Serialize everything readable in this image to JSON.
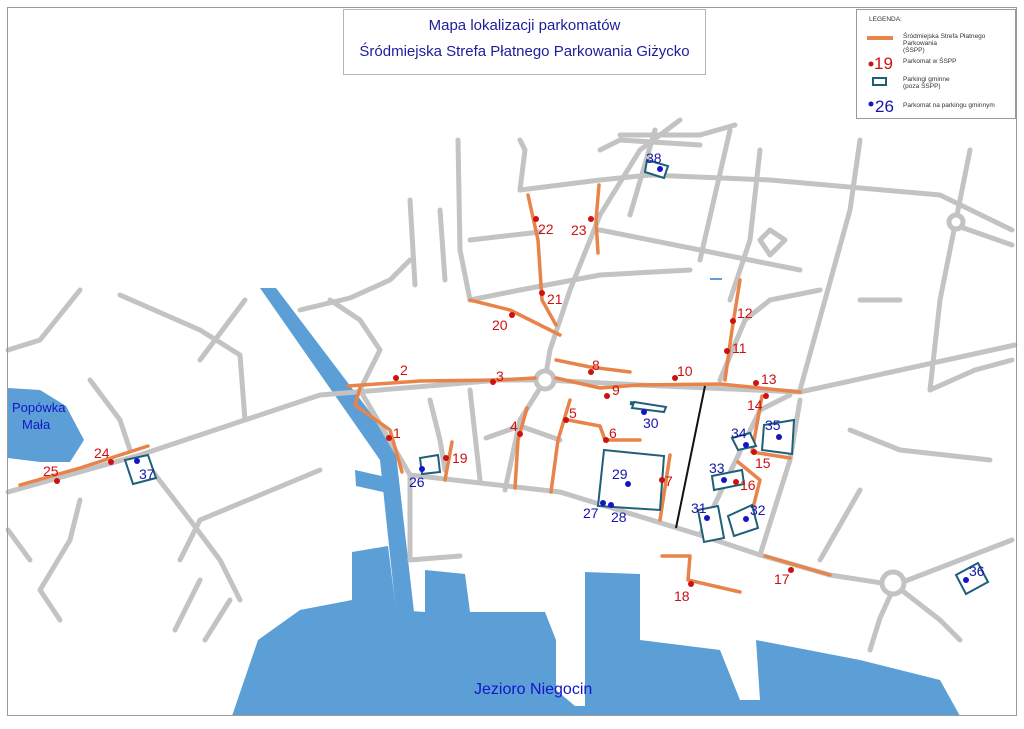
{
  "title": {
    "line1": "Mapa lokalizacji parkomatów",
    "line2": "Śródmiejska Strefa Płatnego Parkowania Giżycko"
  },
  "legend": {
    "heading": "LEGENDA:",
    "items": [
      {
        "symbol": "orange-line",
        "label_line1": "Śródmiejska Strefa Płatnego Parkowania",
        "label_line2": "(ŚSPP)"
      },
      {
        "symbol": "red-dot",
        "number": "19",
        "label_line1": "Parkomat w ŚSPP",
        "label_line2": ""
      },
      {
        "symbol": "blue-rect",
        "label_line1": "Parkingi gminne",
        "label_line2": "(poza ŚSPP)"
      },
      {
        "symbol": "blue-dot",
        "number": "26",
        "label_line1": "Parkomat na parkingu gminnym",
        "label_line2": ""
      }
    ]
  },
  "water_labels": {
    "lake_small": [
      "Popówka",
      "Mała"
    ],
    "lake_main": "Jezioro Niegocin"
  },
  "red_meters": [
    "1",
    "2",
    "3",
    "4",
    "5",
    "6",
    "7",
    "8",
    "9",
    "10",
    "11",
    "12",
    "13",
    "14",
    "15",
    "16",
    "17",
    "18",
    "19",
    "20",
    "21",
    "22",
    "23",
    "24",
    "25"
  ],
  "blue_meters": [
    "26",
    "27",
    "28",
    "29",
    "30",
    "31",
    "32",
    "33",
    "34",
    "35",
    "36",
    "37",
    "38"
  ],
  "colors": {
    "zone_line": "#e8834a",
    "red_meter": "#cc1111",
    "red_label": "#cc1111",
    "blue_meter": "#1515c8",
    "blue_label": "#1515aa",
    "lot_outline": "#1e5f7a",
    "water": "#5b9fd6",
    "road": "#c3c3c3",
    "title_text": "#1d1d9a"
  }
}
